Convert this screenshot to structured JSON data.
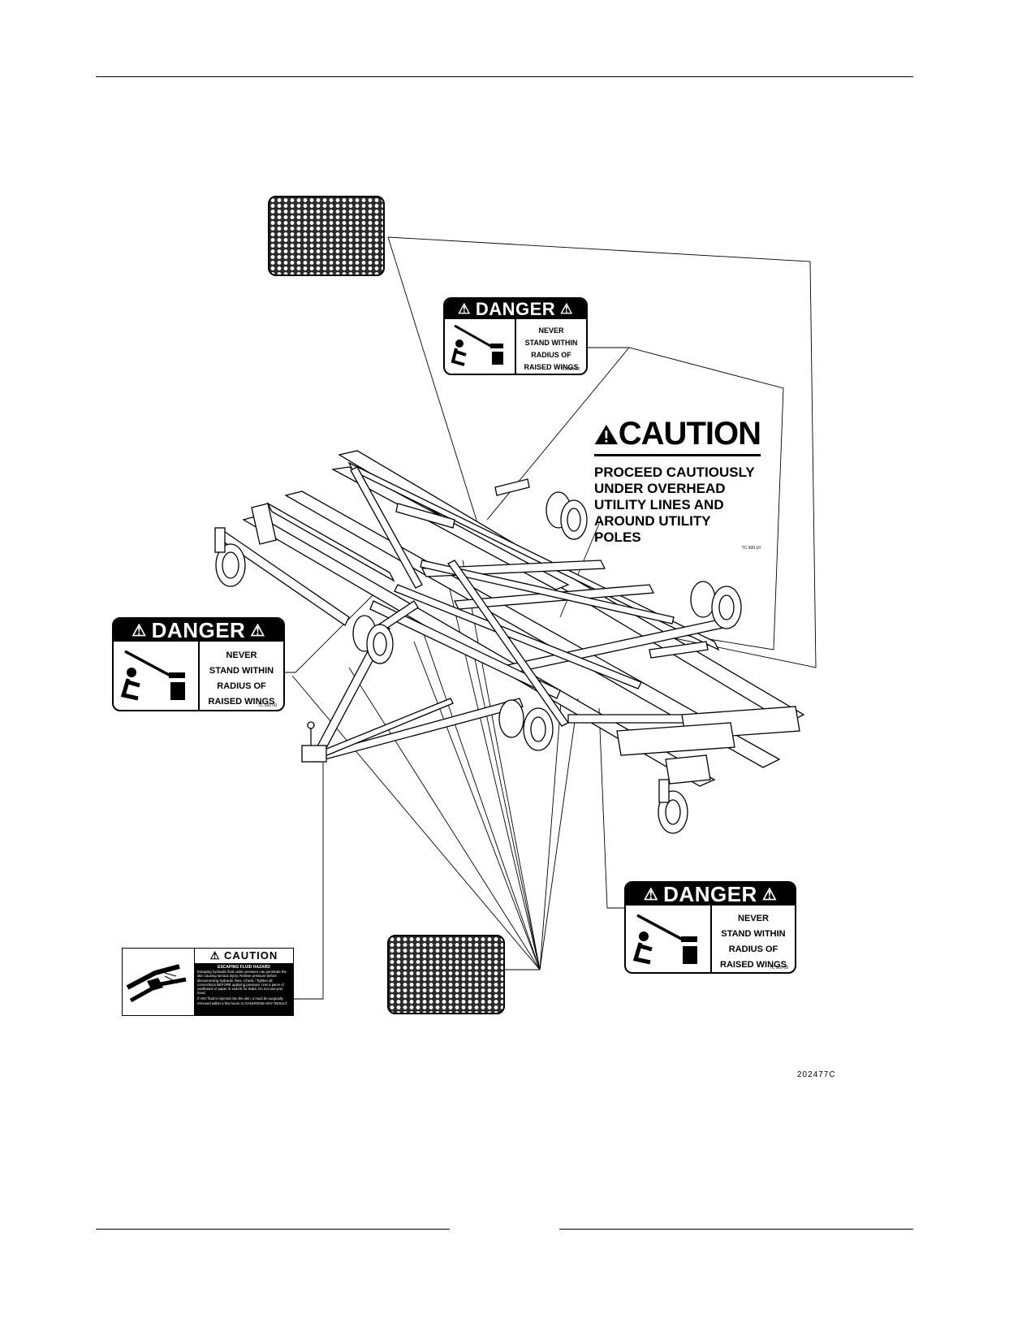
{
  "decals": {
    "danger_header": "DANGER",
    "danger_lines": [
      "NEVER",
      "STAND WITHIN",
      "RADIUS OF",
      "RAISED WINGS"
    ],
    "danger_code": "TC 500 09",
    "caution_large": {
      "header": "CAUTION",
      "lines": [
        "PROCEED CAUTIOUSLY",
        "UNDER OVERHEAD",
        "UTILITY LINES AND",
        "AROUND UTILITY POLES"
      ],
      "code": "TC 500.10"
    },
    "caution_small": {
      "header": "CAUTION",
      "title": "ESCAPING FLUID HAZARD",
      "text": "Escaping hydraulic fluid under pressure can penetrate the skin causing serious injury. Relieve pressure before disconnecting hydraulic lines. Check / Tighten all connections BEFORE applying pressure. Use a piece of cardboard or paper to search for leaks. Do not use your hand.",
      "text2": "If ANY fluid is injected into the skin, it must be surgically removed within a few hours or GANGRENE MAY RESULT."
    }
  },
  "figure_number": "202477C"
}
